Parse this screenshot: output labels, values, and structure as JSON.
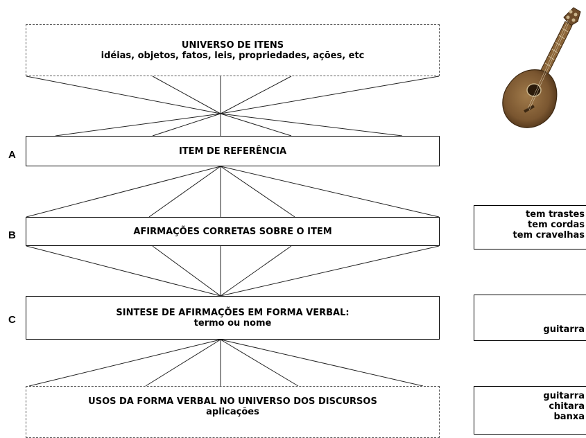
{
  "universe": {
    "title": "UNIVERSO DE ITENS",
    "subtitle": "idéias, objetos, fatos, leis, propriedades, ações, etc"
  },
  "rows": [
    {
      "letter": "A",
      "label": "ITEM DE REFERÊNCIA",
      "sublabel": ""
    },
    {
      "letter": "B",
      "label": "AFIRMAÇÕES CORRETAS SOBRE O ITEM",
      "sublabel": ""
    },
    {
      "letter": "C",
      "label": "SINTESE DE AFIRMAÇÕES EM FORMA VERBAL:",
      "sublabel": "termo ou nome"
    }
  ],
  "uses": {
    "title": "USOS DA FORMA VERBAL NO UNIVERSO DOS DISCURSOS",
    "subtitle": "aplicações"
  },
  "side": {
    "b_lines": [
      "tem trastes",
      "tem cordas",
      "tem cravelhas"
    ],
    "c_lines": [
      "guitarra"
    ],
    "d_lines": [
      "guitarra",
      "chitara",
      "banxa"
    ]
  },
  "illustration": {
    "icon": "guitar-icon"
  }
}
